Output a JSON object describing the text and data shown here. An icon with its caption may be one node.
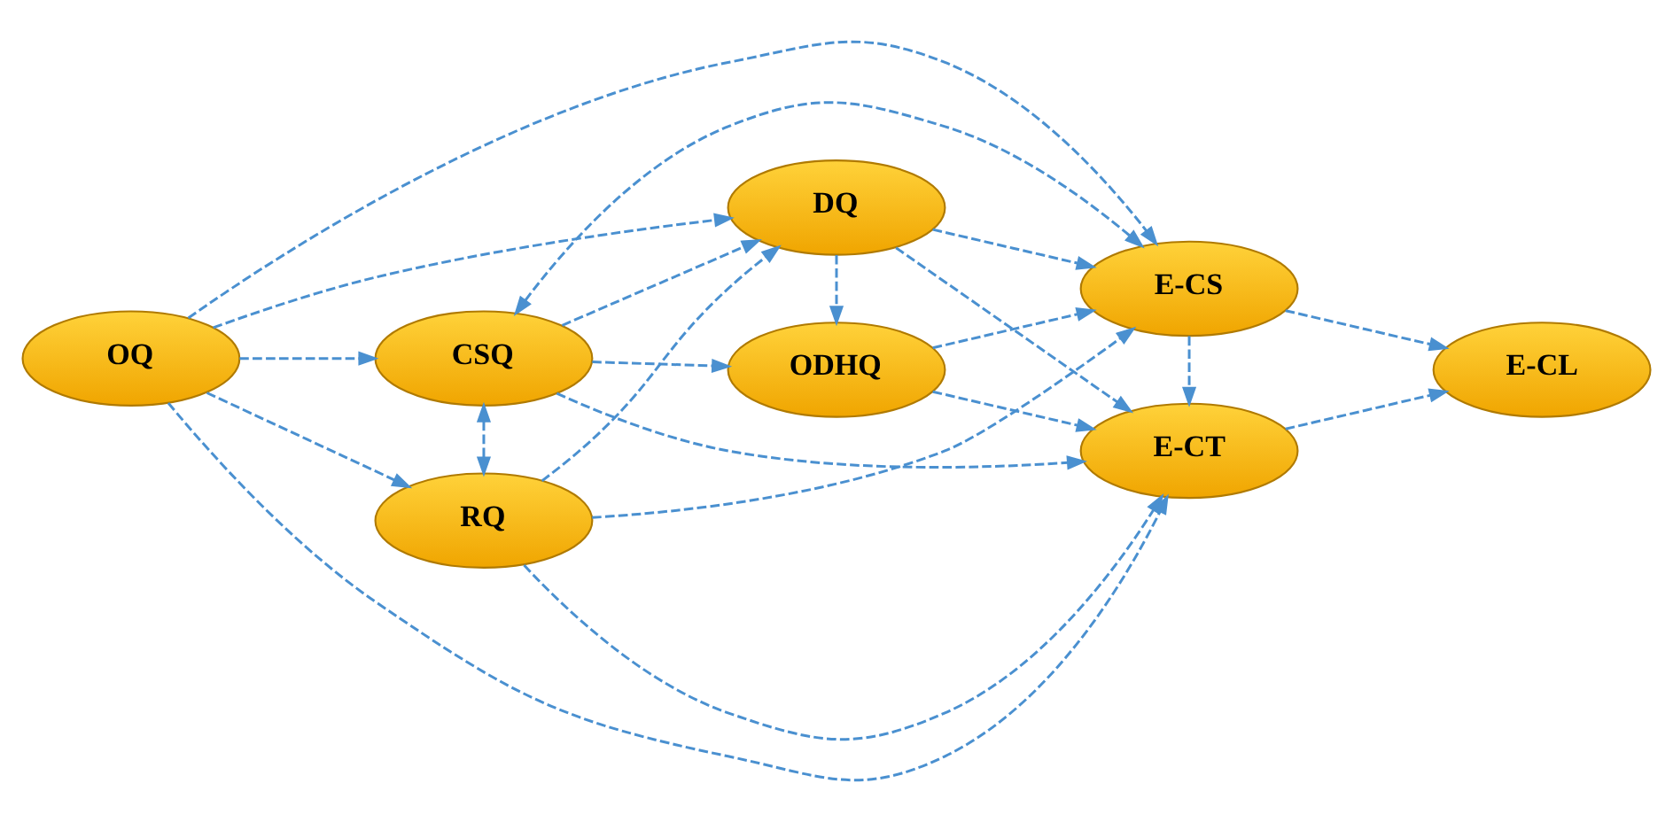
{
  "diagram": {
    "nodes": [
      {
        "text": [
          "CSQ"
        ]
      },
      {
        "text": [
          "E-CS"
        ]
      },
      {
        "text": [
          "DQ"
        ]
      },
      {
        "text": [
          "OQ"
        ]
      },
      {
        "text": [
          "E-CL"
        ]
      },
      {
        "text": [
          "ODHQ"
        ]
      },
      {
        "text": [
          "RQ"
        ]
      },
      {
        "text": [
          "E-CT"
        ]
      }
    ],
    "edges": [
      {
        "from": 3,
        "to": 1,
        "arrow": "to"
      },
      {
        "from": 0,
        "to": 1,
        "arrow": "both"
      },
      {
        "from": 3,
        "to": 0,
        "arrow": "to"
      },
      {
        "from": 0,
        "to": 2,
        "arrow": "to"
      },
      {
        "from": 0,
        "to": 5,
        "arrow": "to"
      },
      {
        "from": 0,
        "to": 7,
        "arrow": "to"
      },
      {
        "from": 0,
        "to": 6,
        "arrow": "both"
      },
      {
        "from": 3,
        "to": 2,
        "arrow": "to"
      },
      {
        "from": 3,
        "to": 6,
        "arrow": "to"
      },
      {
        "from": 3,
        "to": 7,
        "arrow": "to"
      },
      {
        "from": 2,
        "to": 1,
        "arrow": "to"
      },
      {
        "from": 2,
        "to": 5,
        "arrow": "to"
      },
      {
        "from": 2,
        "to": 7,
        "arrow": "to"
      },
      {
        "from": 6,
        "to": 2,
        "arrow": "to"
      },
      {
        "from": 6,
        "to": 1,
        "arrow": "to"
      },
      {
        "from": 6,
        "to": 7,
        "arrow": "to"
      },
      {
        "from": 5,
        "to": 1,
        "arrow": "to"
      },
      {
        "from": 5,
        "to": 7,
        "arrow": "to"
      },
      {
        "from": 1,
        "to": 4,
        "arrow": "to"
      },
      {
        "from": 1,
        "to": 7,
        "arrow": "to"
      },
      {
        "from": 7,
        "to": 4,
        "arrow": "to"
      }
    ]
  }
}
